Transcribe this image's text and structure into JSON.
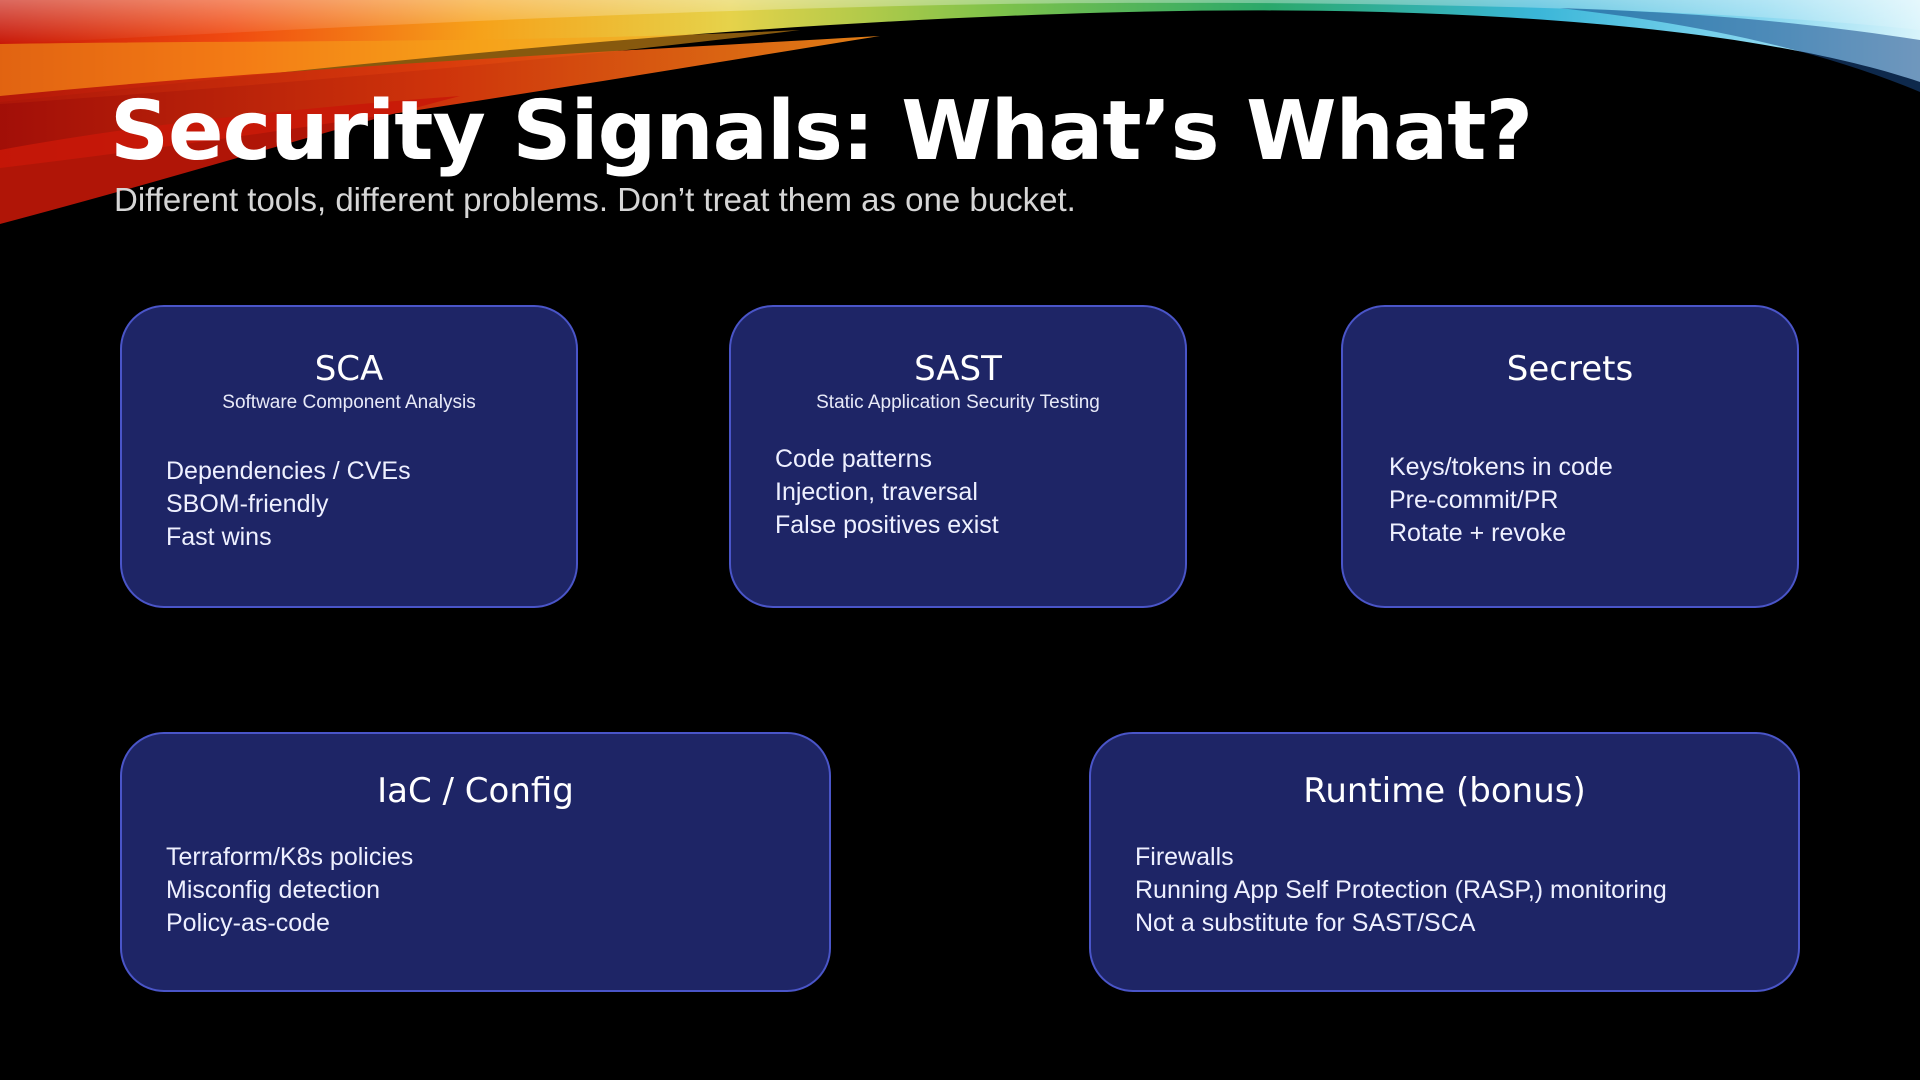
{
  "slide": {
    "title": "Security Signals: What’s What?",
    "subtitle": "Different tools, different problems. Don’t treat them as one bucket."
  },
  "theme": {
    "background": "#000000",
    "card_fill": "#1e2566",
    "card_border": "#4a55c8",
    "text": "#ffffff"
  },
  "cards": {
    "sca": {
      "title": "SCA",
      "subtitle": "Software Component Analysis",
      "bullets": [
        "Dependencies / CVEs",
        "SBOM-friendly",
        "Fast wins"
      ]
    },
    "sast": {
      "title": "SAST",
      "subtitle": "Static Application Security Testing",
      "bullets": [
        "Code patterns",
        "Injection, traversal",
        "False positives exist"
      ]
    },
    "secrets": {
      "title": "Secrets",
      "bullets": [
        "Keys/tokens in code",
        "Pre-commit/PR",
        "Rotate + revoke"
      ]
    },
    "iac": {
      "title": "IaC / Config",
      "bullets": [
        "Terraform/K8s policies",
        "Misconfig detection",
        "Policy-as-code"
      ]
    },
    "runtime": {
      "title": "Runtime (bonus)",
      "bullets": [
        "Firewalls",
        "Running App Self Protection (RASP,) monitoring",
        "Not a substitute for SAST/SCA"
      ]
    }
  }
}
